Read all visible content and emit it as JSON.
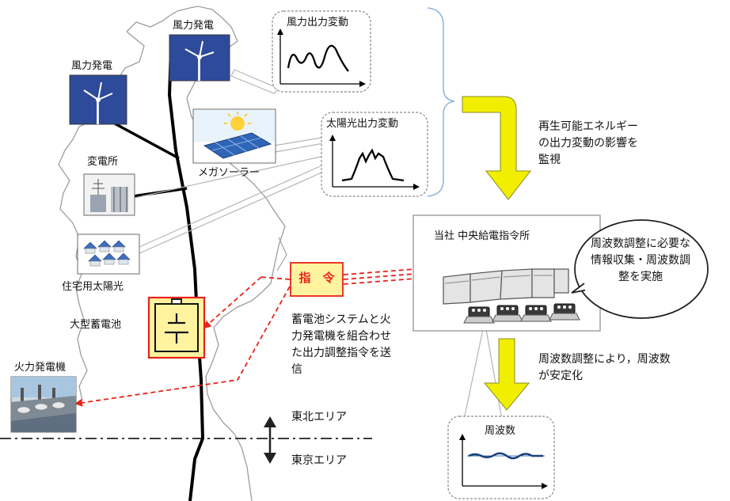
{
  "labels": {
    "wind_left": "風力発電",
    "wind_right": "風力発電",
    "substation": "変電所",
    "mega_solar": "メガソーラー",
    "residential_solar": "住宅用太陽光",
    "large_battery": "大型蓄電池",
    "thermal_plant": "火力発電機",
    "tohoku_area": "東北エリア",
    "tokyo_area": "東京エリア",
    "command": "指　令",
    "command_description": "蓄電池システムと火力発電機を組合わせた出力調整指令を送信",
    "monitor_text": "再生可能エネルギーの出力変動の影響を監視",
    "control_center": "当社 中央給電指令所",
    "control_bubble": "周波数調整に必要な情報収集・周波数調整を実施",
    "stabilize_text": "周波数調整により，周波数が安定化"
  },
  "graphs": {
    "wind_output": "風力出力変動",
    "solar_output": "太陽光出力変動",
    "frequency": "周波数"
  },
  "colors": {
    "command_red": "#e8231a",
    "arrow_yellow": "#f2ee00",
    "command_fill": "#fff3a0",
    "wind_panel": "#2e4a9a",
    "bracket_blue": "#8fb3d9"
  }
}
